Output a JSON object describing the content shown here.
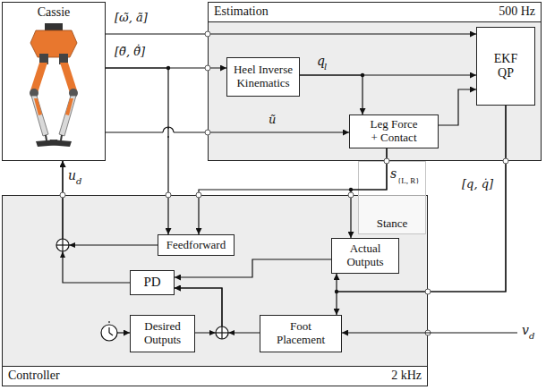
{
  "diagram": {
    "nodes": [
      {
        "text": [
          "Cassie"
        ]
      },
      {
        "text": [
          "Estimation",
          "500 Hz"
        ]
      },
      {
        "text": [
          "Heel Inverse Kinematics"
        ],
        "in": 1
      },
      {
        "text": [
          "Leg Force + Contact"
        ],
        "in": 1
      },
      {
        "text": [
          "EKF QP"
        ],
        "in": 1
      },
      {
        "text": [
          "Controller",
          "2 kHz"
        ]
      },
      {
        "text": [
          "Stance"
        ],
        "in": 5
      },
      {
        "text": [
          "Feedforward"
        ],
        "in": 5
      },
      {
        "text": [
          "Actual Outputs"
        ],
        "in": 5
      },
      {
        "text": [
          "PD"
        ],
        "in": 5
      },
      {
        "text": [
          "Desired Outputs"
        ],
        "in": 5
      },
      {
        "text": [
          "Foot Placement"
        ],
        "in": 5
      }
    ],
    "edges": [
      {
        "from": 0,
        "to": 4,
        "arrow": "to",
        "label": "[ω̃, ã]"
      },
      {
        "from": 0,
        "to": 2,
        "arrow": "to",
        "label": "[θ̃, θ̃̇]"
      },
      {
        "from": 0,
        "to": 7,
        "arrow": "to"
      },
      {
        "from": 0,
        "to": 3,
        "arrow": "to",
        "label": "ũ"
      },
      {
        "from": 2,
        "to": 4,
        "arrow": "to"
      },
      {
        "from": 2,
        "to": 3,
        "arrow": "to"
      },
      {
        "from": 3,
        "to": 4,
        "arrow": "to"
      },
      {
        "from": 3,
        "to": 7,
        "arrow": "to"
      },
      {
        "from": 3,
        "to": 8,
        "arrow": "to"
      },
      {
        "from": 4,
        "to": 8,
        "arrow": "to",
        "label": "[q, q̇]"
      },
      {
        "from": 4,
        "to": 11,
        "arrow": "to"
      },
      {
        "from": 8,
        "to": 9,
        "arrow": "to"
      },
      {
        "from": 10,
        "to": 9,
        "arrow": "to"
      },
      {
        "from": 11,
        "to": 9,
        "arrow": "to"
      },
      {
        "from": 7,
        "to": 0,
        "arrow": "to"
      },
      {
        "from": 9,
        "to": 0,
        "arrow": "to"
      }
    ],
    "labels": [
      "q",
      "l",
      "s",
      "{L, R}",
      "u",
      "d",
      "v",
      "d"
    ]
  }
}
